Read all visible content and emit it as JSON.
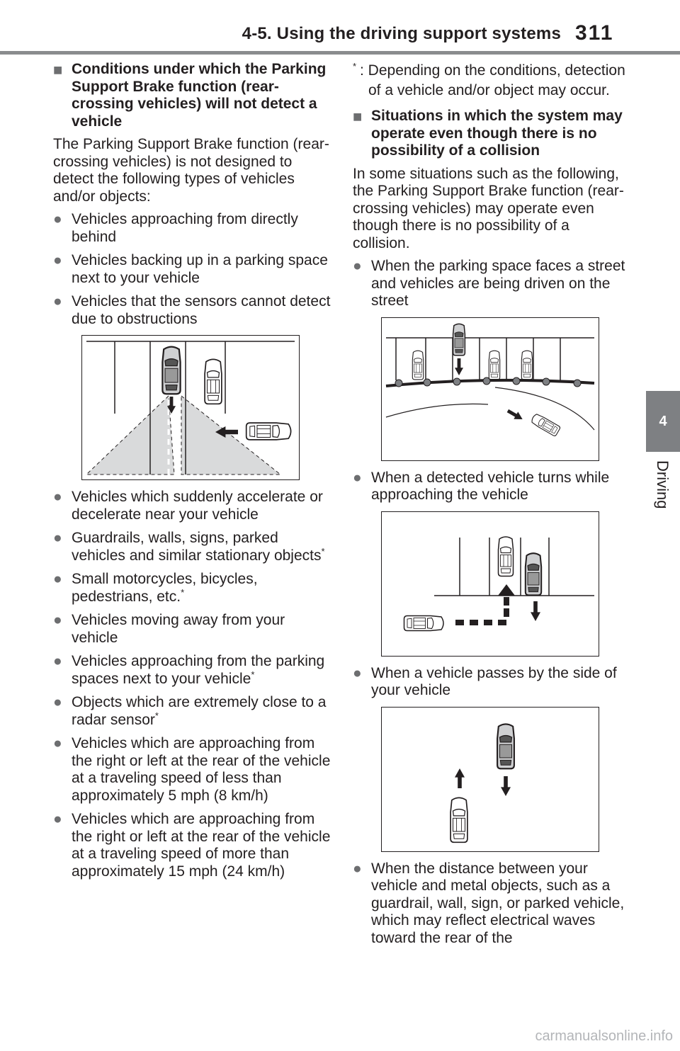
{
  "header": {
    "title": "4-5. Using the driving support systems",
    "page_number": "311"
  },
  "side_tab": {
    "number": "4",
    "label": "Driving"
  },
  "left_column": {
    "heading": "Conditions under which the Parking Support Brake function (rear-crossing vehicles) will not detect a vehicle",
    "intro": "The Parking Support Brake function (rear-crossing vehicles) is not designed to detect the following types of vehicles and/or objects:",
    "bullets_before_figure": [
      "Vehicles approaching from directly behind",
      "Vehicles backing up in a parking space next to your vehicle",
      "Vehicles that the sensors cannot detect due to obstructions"
    ],
    "bullets_after_figure": [
      {
        "text": "Vehicles which suddenly accelerate or decelerate near your vehicle",
        "starred": false
      },
      {
        "text": "Guardrails, walls, signs, parked vehicles and similar stationary objects",
        "starred": true
      },
      {
        "text": "Small motorcycles, bicycles, pedestrians, etc.",
        "starred": true
      },
      {
        "text": "Vehicles moving away from your vehicle",
        "starred": false
      },
      {
        "text": "Vehicles approaching from the parking spaces next to your vehicle",
        "starred": true
      },
      {
        "text": "Objects which are extremely close to a radar sensor",
        "starred": true
      },
      {
        "text": "Vehicles which are approaching from the right or left at the rear of the vehicle at a traveling speed of less than approximately 5 mph (8 km/h)",
        "starred": false
      },
      {
        "text": "Vehicles which are approaching from the right or left at the rear of the vehicle at a traveling speed of more than approximately 15 mph (24 km/h)",
        "starred": false
      }
    ]
  },
  "right_column": {
    "footnote_mark": "*",
    "footnote": ": Depending on the conditions, detection of a vehicle and/or object may occur.",
    "heading": "Situations in which the system may operate even though there is no possibility of a collision",
    "intro": "In some situations such as the following, the Parking Support Brake function (rear-crossing vehicles) may operate even though there is no possibility of a collision.",
    "bullets": [
      "When the parking space faces a street and vehicles are being driven on the street",
      "When a detected vehicle turns while approaching the vehicle",
      "When a vehicle passes by the side of your vehicle",
      "When the distance between your vehicle and metal objects, such as a guardrail, wall, sign, or parked vehicle, which may reflect electrical waves toward the rear of the"
    ]
  },
  "watermark": "carmanualsonline.info",
  "colors": {
    "accent_gray": "#7e8083",
    "text": "#231f20",
    "shade": "#d9dadb"
  }
}
